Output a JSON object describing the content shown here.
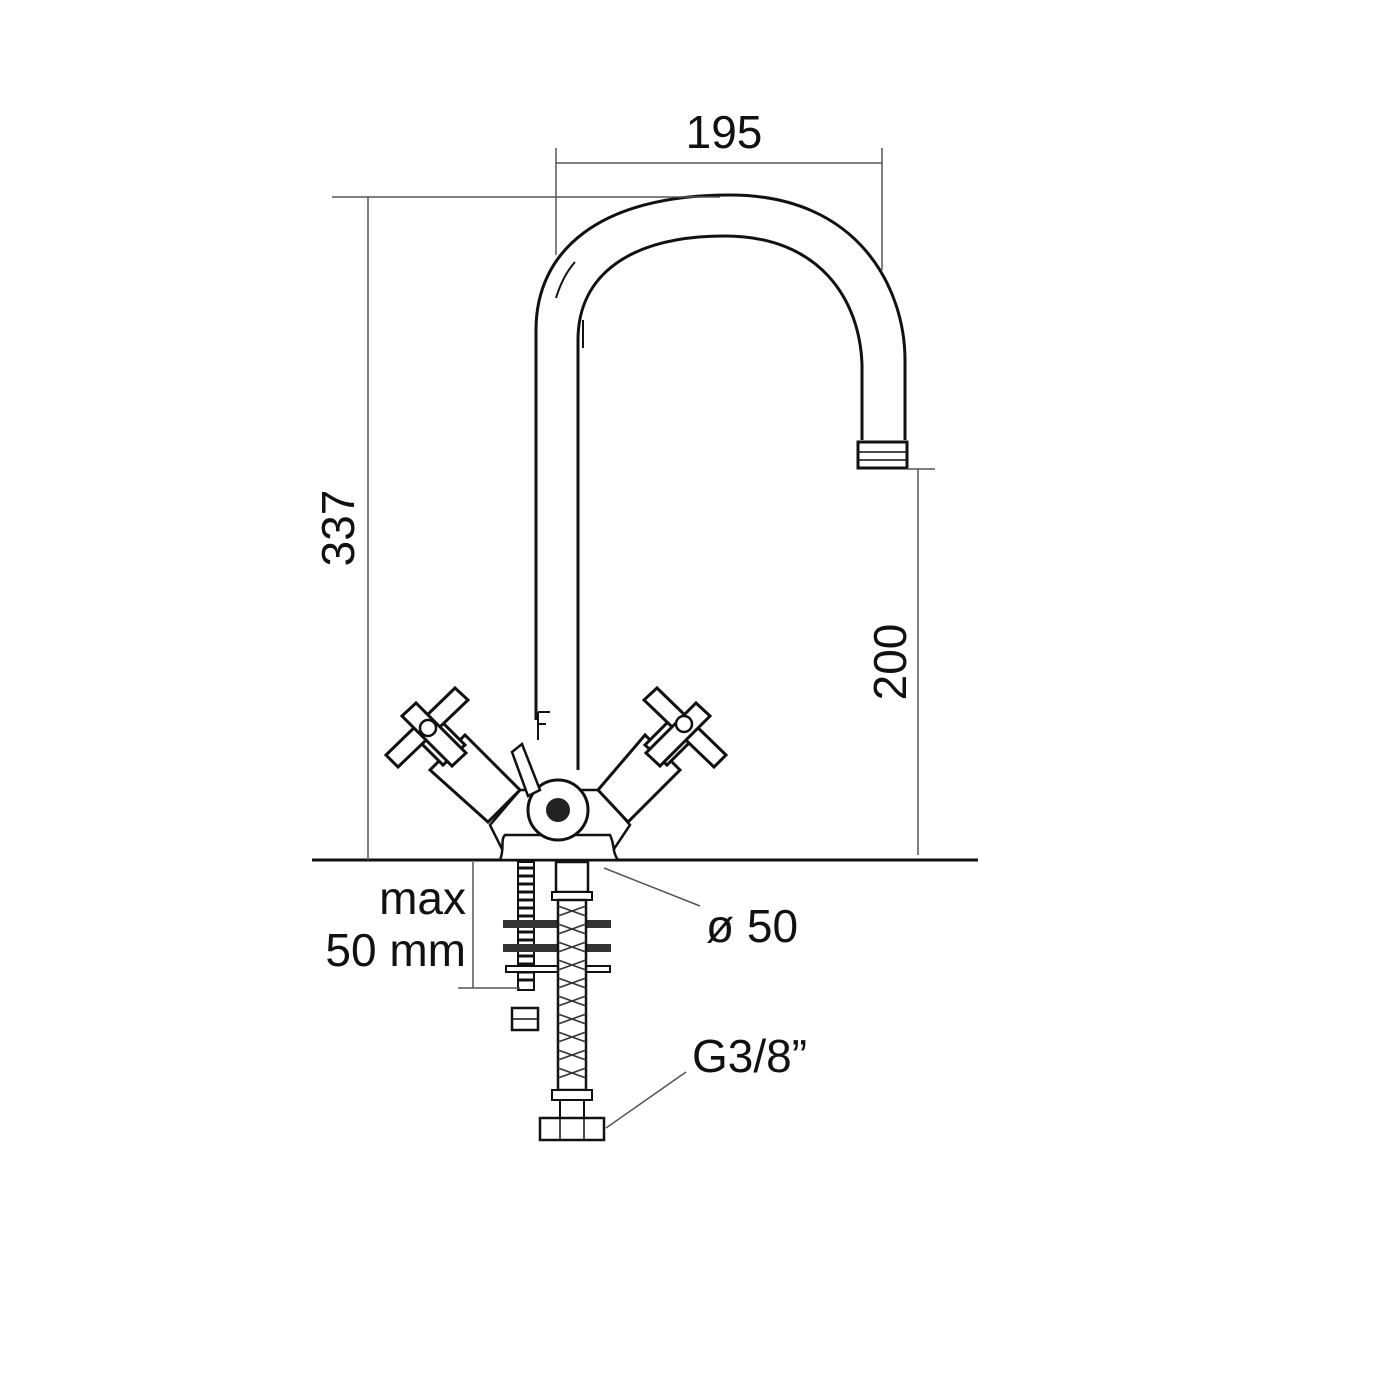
{
  "dimensions": {
    "spout_reach": "195",
    "total_height": "337",
    "spout_height": "200",
    "max_deck_label_1": "max",
    "max_deck_label_2": "50 mm",
    "hole_diameter": "ø 50",
    "connection_thread": "G3/8”"
  },
  "colors": {
    "line": "#111111",
    "background": "#ffffff"
  }
}
